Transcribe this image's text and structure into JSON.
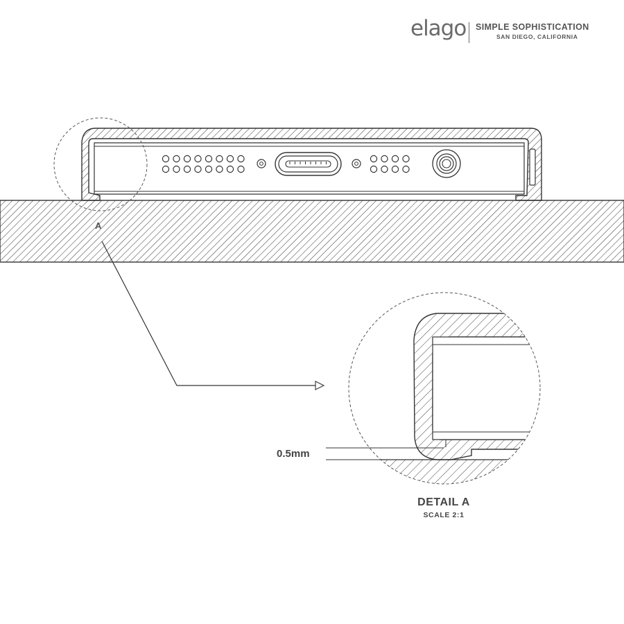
{
  "brand": {
    "logo_text": "elago",
    "tagline": "SIMPLE SOPHISTICATION",
    "location": "SAN DIEGO, CALIFORNIA"
  },
  "callout": {
    "label": "A"
  },
  "detail": {
    "dimension": "0.5mm",
    "title": "DETAIL A",
    "scale": "SCALE 2:1"
  },
  "colors": {
    "line": "#333333",
    "hatch": "#444444",
    "text": "#555555",
    "background": "#ffffff"
  },
  "device": {
    "speaker_holes_per_row": 8,
    "mic_holes_per_row": 4,
    "rows": 2
  },
  "icons": [
    "lightning-port-icon",
    "headphone-jack-icon",
    "pentalobe-screw-icon"
  ]
}
